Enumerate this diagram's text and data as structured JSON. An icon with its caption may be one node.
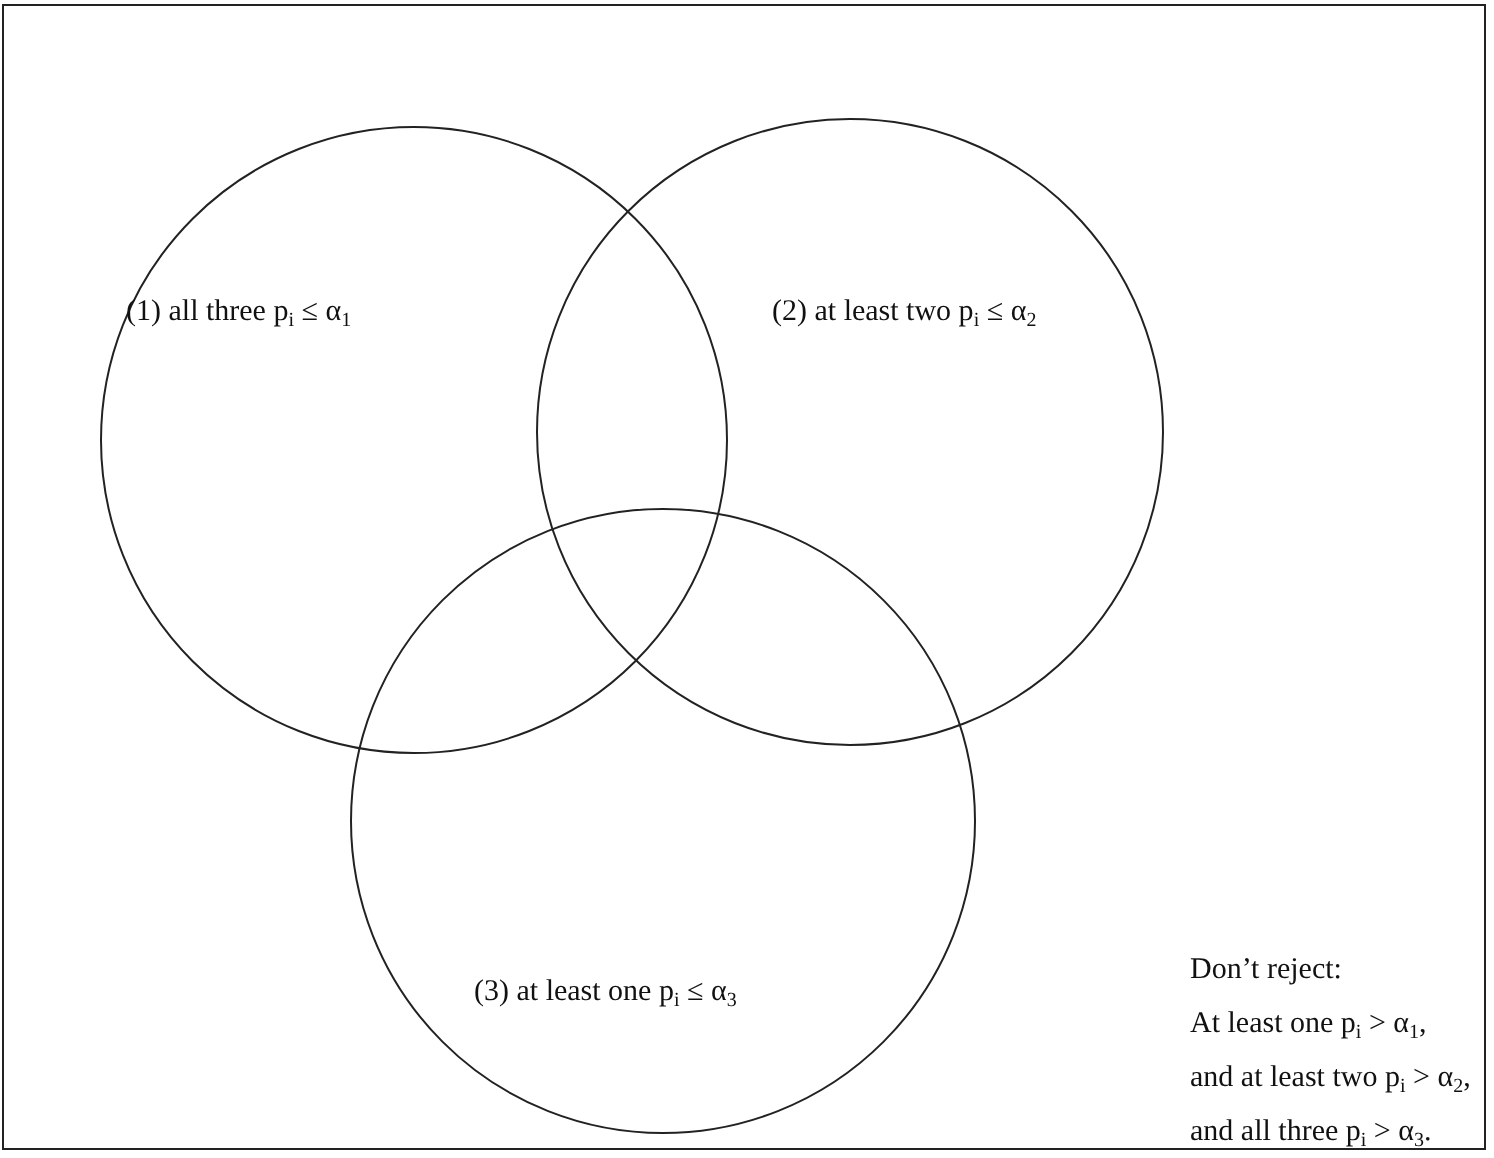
{
  "diagram": {
    "nodes": [
      {
        "text": [
          "(1) all three p$_{i}$ ≤ α$_{1}$"
        ]
      },
      {
        "text": [
          "(2) at least two p$_{i}$ ≤ α$_{2}$"
        ]
      },
      {
        "text": [
          "(3) at least one p$_{i}$ ≤ α$_{3}$"
        ]
      }
    ],
    "edges": [],
    "labels": [
      "Don’t reject:",
      "At least one p$_{i}$ > α$_{1}$,",
      "and at least two p$_{i}$ > α$_{2}$,",
      "and all three p$_{i}$ > α$_{3}$."
    ]
  }
}
